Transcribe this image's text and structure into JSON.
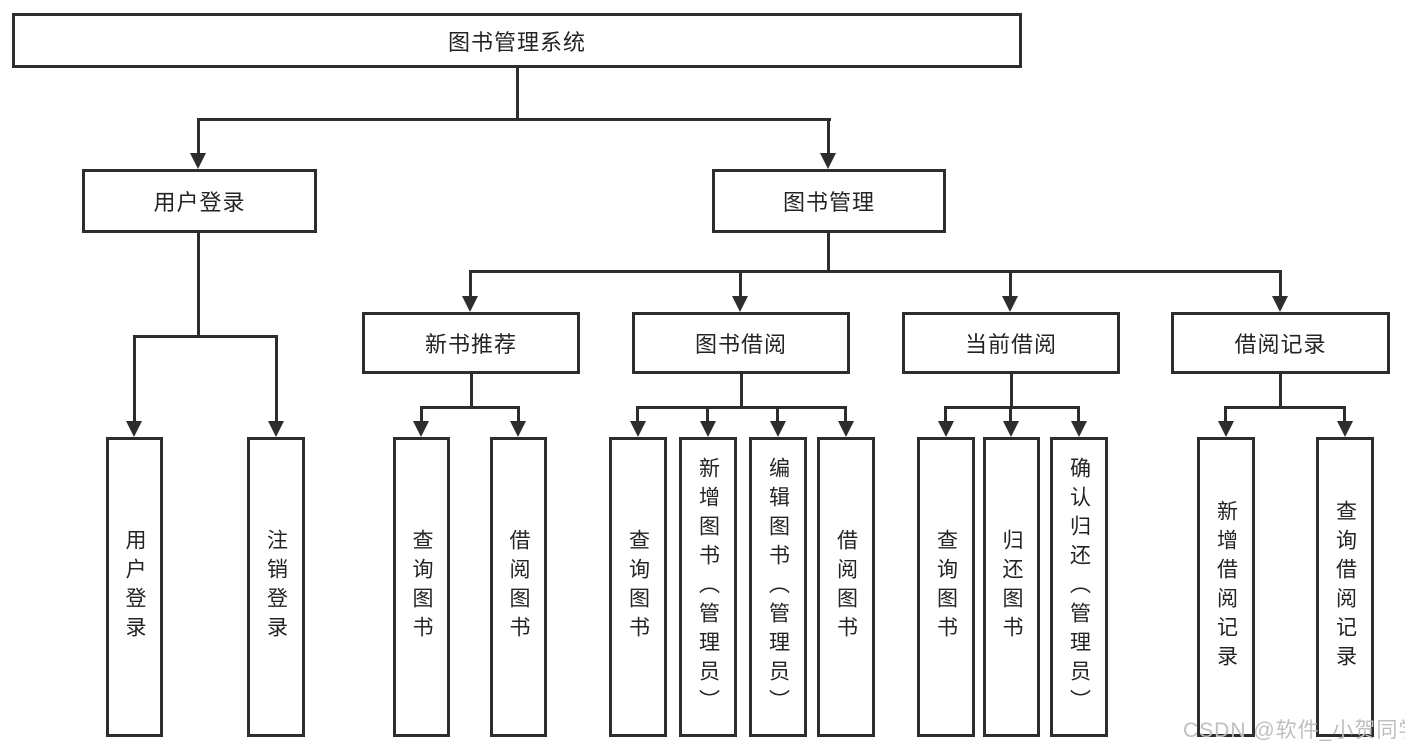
{
  "diagram": {
    "type": "hierarchy",
    "nodes": {
      "root": {
        "label": "图书管理系统"
      },
      "user_login": {
        "label": "用户登录",
        "children": [
          {
            "label": "用户登录"
          },
          {
            "label": "注销登录"
          }
        ]
      },
      "book_mgmt": {
        "label": "图书管理",
        "children": [
          {
            "label": "新书推荐",
            "children": [
              {
                "label": "查询图书"
              },
              {
                "label": "借阅图书"
              }
            ]
          },
          {
            "label": "图书借阅",
            "children": [
              {
                "label": "查询图书"
              },
              {
                "label": "新增图书（管理员）"
              },
              {
                "label": "编辑图书（管理员）"
              },
              {
                "label": "借阅图书"
              }
            ]
          },
          {
            "label": "当前借阅",
            "children": [
              {
                "label": "查询图书"
              },
              {
                "label": "归还图书"
              },
              {
                "label": "确认归还（管理员）"
              }
            ]
          },
          {
            "label": "借阅记录",
            "children": [
              {
                "label": "新增借阅记录"
              },
              {
                "label": "查询借阅记录"
              }
            ]
          }
        ]
      }
    }
  },
  "watermark": {
    "text": "CSDN @软件_小贺同学",
    "color": "#bfbfbf"
  },
  "colors": {
    "line": "#2d2d2d",
    "box_border": "#2d2d2d",
    "box_background": "#ffffff",
    "text": "#242424",
    "page_background": "#ffffff"
  }
}
